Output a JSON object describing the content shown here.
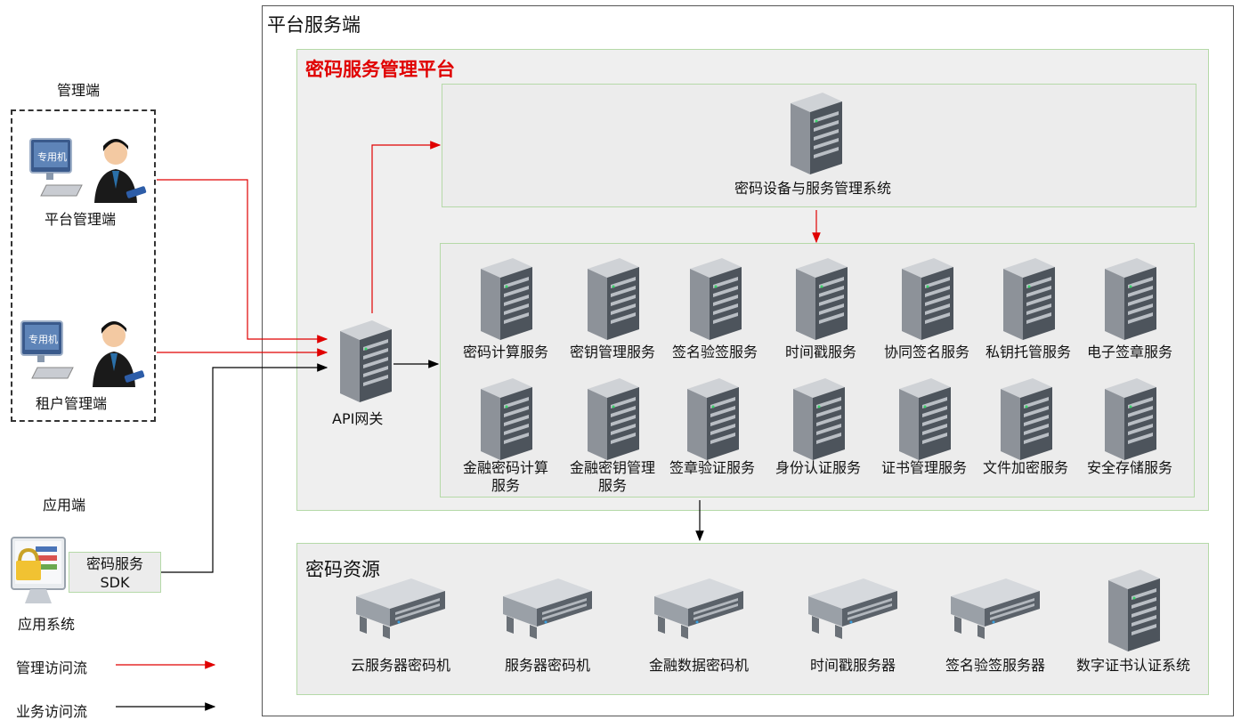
{
  "titles": {
    "platform_server": "平台服务端",
    "crypto_platform": "密码服务管理平台",
    "crypto_resources": "密码资源"
  },
  "left": {
    "management_side": "管理端",
    "platform_manager": "平台管理端",
    "tenant_manager": "租户管理端",
    "application_side": "应用端",
    "application_system": "应用系统",
    "sdk_line1": "密码服务",
    "sdk_line2": "SDK",
    "dedicated_machine": "专用机"
  },
  "gateway": {
    "label": "API网关"
  },
  "device_mgmt": {
    "label": "密码设备与服务管理系统"
  },
  "services_row1": [
    "密码计算服务",
    "密钥管理服务",
    "签名验签服务",
    "时间戳服务",
    "协同签名服务",
    "私钥托管服务",
    "电子签章服务"
  ],
  "services_row2": [
    "金融密码计算服务",
    "金融密钥管理服务",
    "签章验证服务",
    "身份认证服务",
    "证书管理服务",
    "文件加密服务",
    "安全存储服务"
  ],
  "services_row2_display": [
    [
      "金融密码计算",
      "服务"
    ],
    [
      "金融密钥管理",
      "服务"
    ],
    [
      "签章验证服务"
    ],
    [
      "身份认证服务"
    ],
    [
      "证书管理服务"
    ],
    [
      "文件加密服务"
    ],
    [
      "安全存储服务"
    ]
  ],
  "resources": [
    "云服务器密码机",
    "服务器密码机",
    "金融数据密码机",
    "时间戳服务器",
    "签名验签服务器",
    "数字证书认证系统"
  ],
  "legend": {
    "management_flow": "管理访问流",
    "business_flow": "业务访问流"
  },
  "colors": {
    "management_arrow": "#e00000",
    "business_arrow": "#000000",
    "box_border": "#b5d9a8",
    "title_red": "#e00000"
  }
}
